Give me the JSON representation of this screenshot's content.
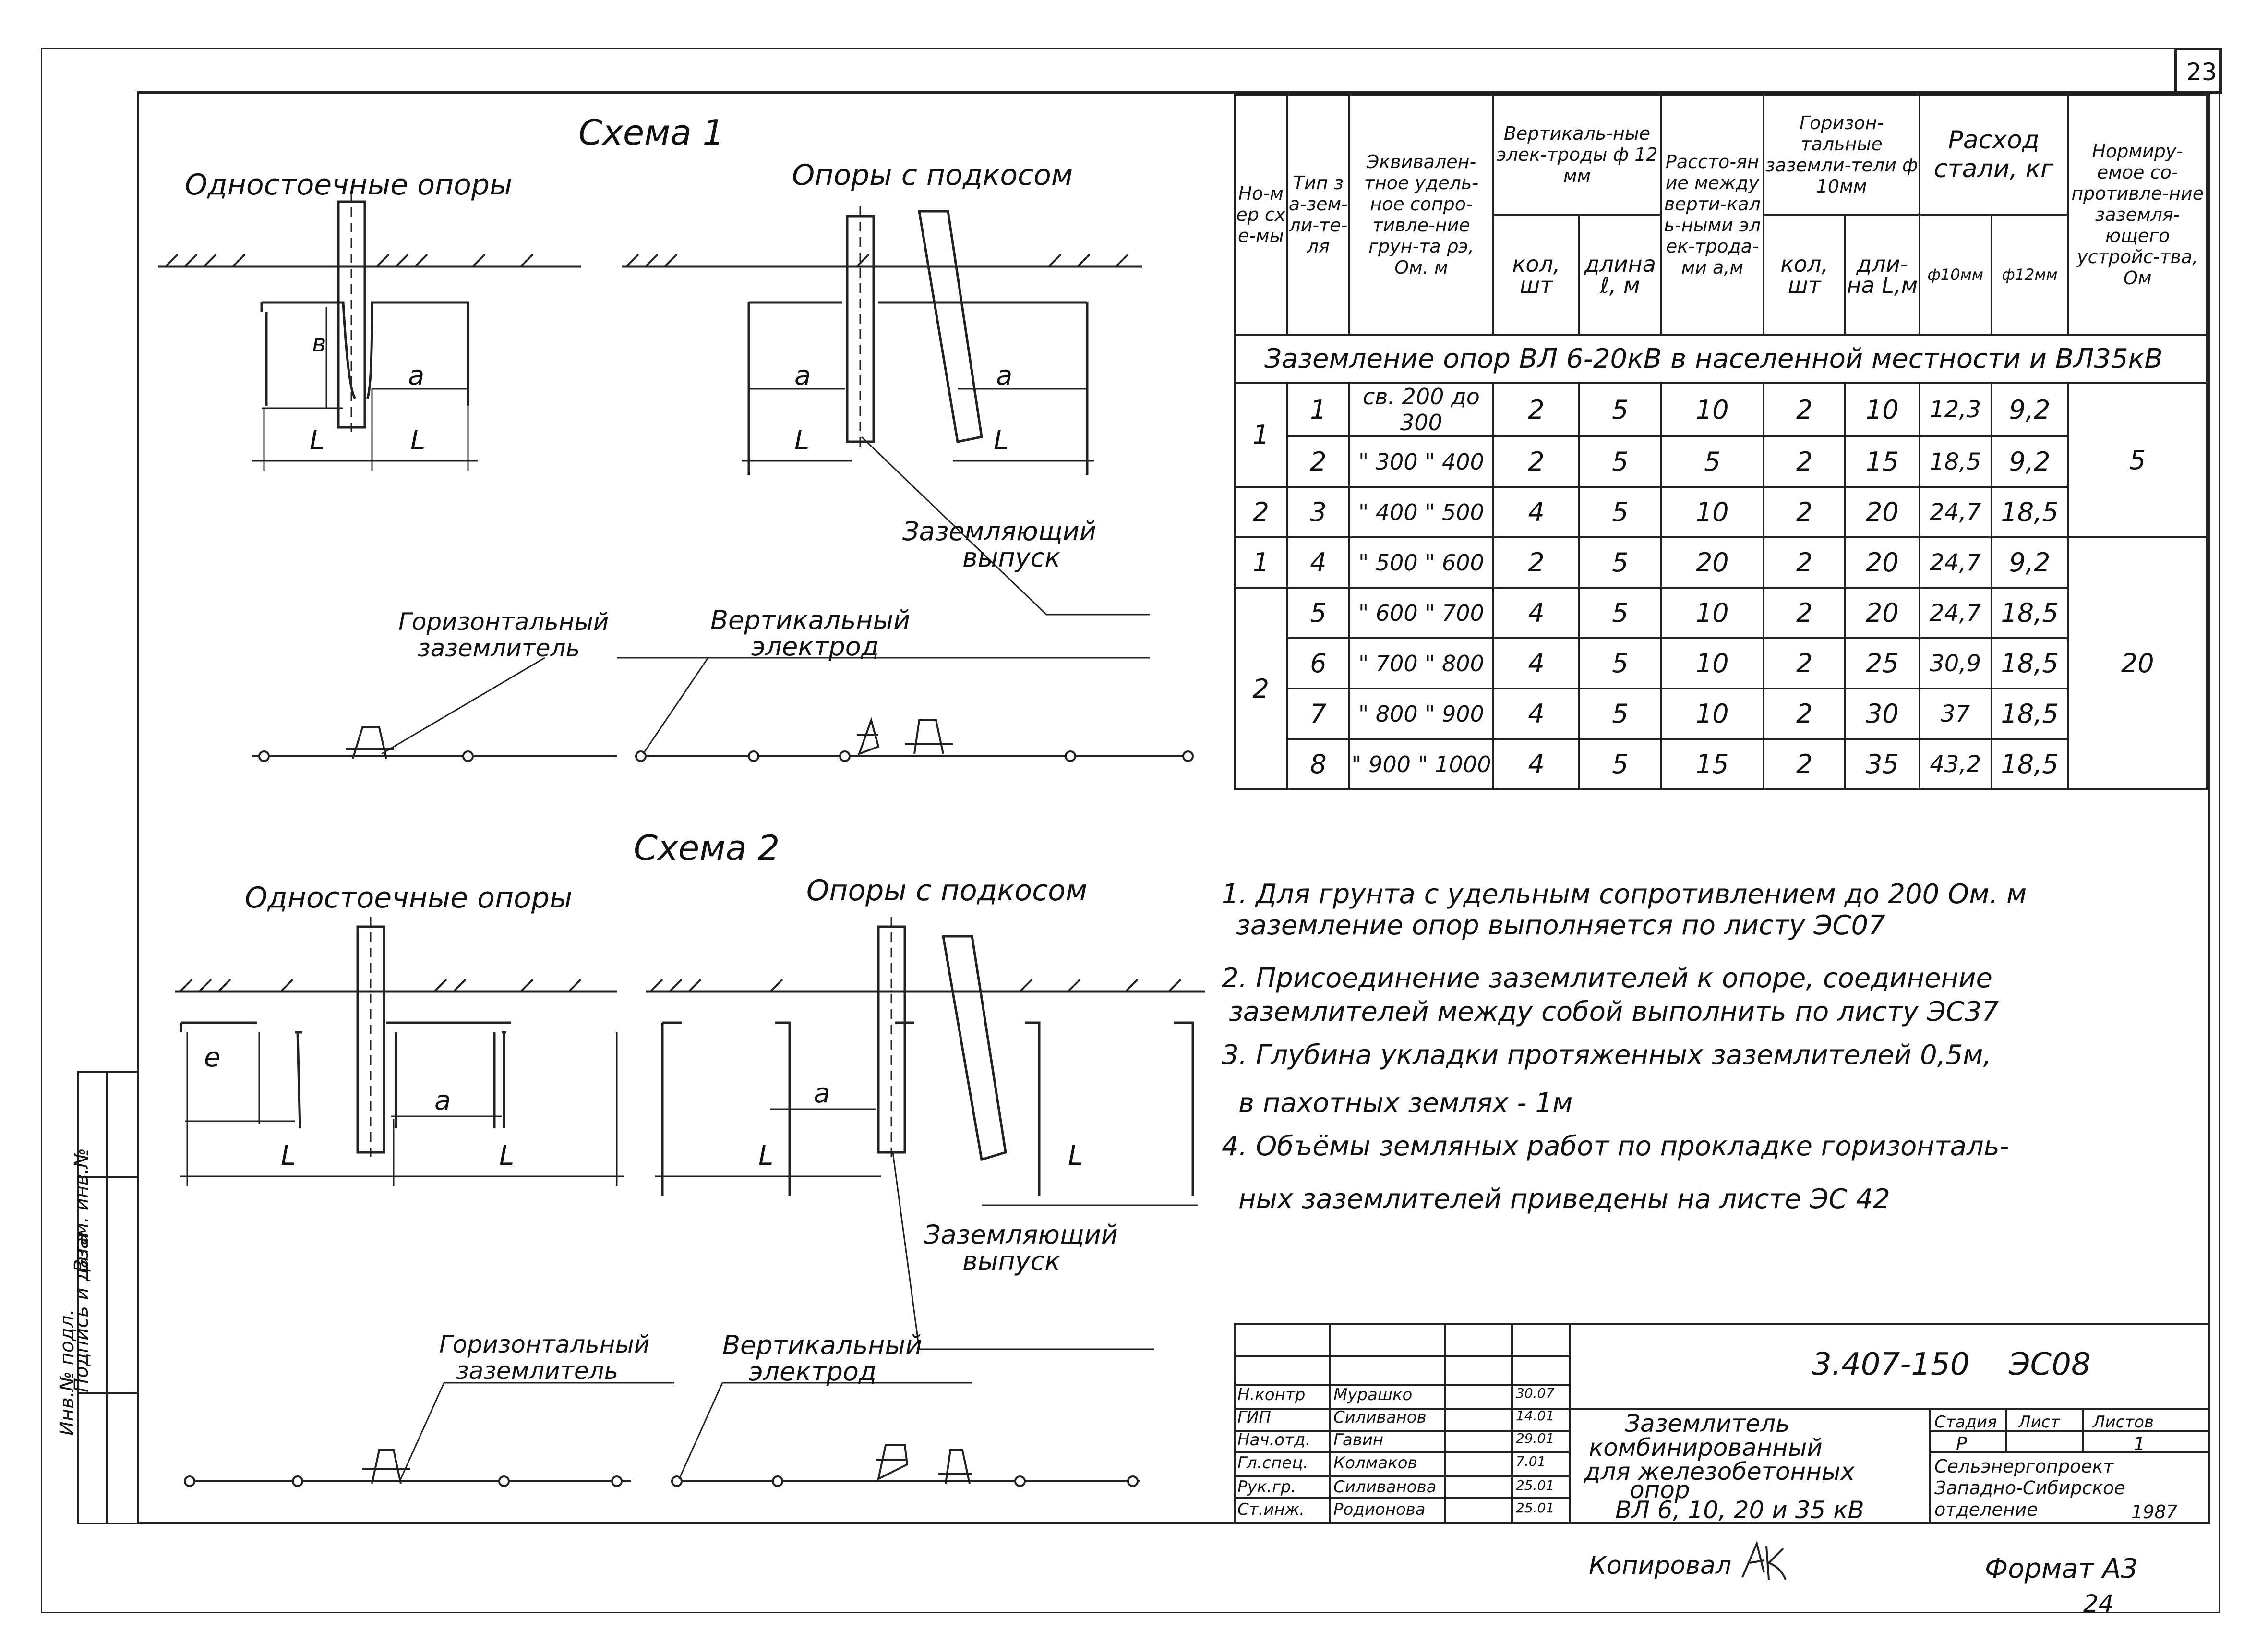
{
  "sheet_number": "23",
  "scheme1": {
    "title": "Схема 1",
    "single_label": "Одностоечные опоры",
    "strut_label": "Опоры с подкосом",
    "a": "а",
    "L": "L",
    "l": "в",
    "outlet": [
      "Заземляющий",
      "выпуск"
    ],
    "horiz": [
      "Горизонтальный",
      "заземлитель"
    ],
    "vert": [
      "Вертикальный",
      "электрод"
    ]
  },
  "scheme2": {
    "title": "Схема 2",
    "single_label": "Одностоечные опоры",
    "strut_label": "Опоры с подкосом",
    "a": "а",
    "L": "L",
    "l": "е",
    "outlet": [
      "Заземляющий",
      "выпуск"
    ],
    "horiz": [
      "Горизонтальный",
      "заземлитель"
    ],
    "vert": [
      "Вертикальный",
      "электрод"
    ]
  },
  "table": {
    "headers": {
      "scheme_no": "Но-мер схе-мы",
      "type": "Тип за-зем-ли-те-ля",
      "resistivity": "Эквивален-тное удель-ное сопро-тивле-ние грун-та ρэ, Ом. м",
      "vertical": "Вертикаль-ные элек-троды ф 12 мм",
      "vert_qty": "кол, шт",
      "vert_len": "длина ℓ, м",
      "distance": "Рассто-яние между верти-каль-ными элек-трода-ми а,м",
      "horizontal": "Горизон-тальные заземли-тели ф 10мм",
      "hor_qty": "кол, шт",
      "hor_len": "дли-на L,м",
      "steel": "Расход стали, кг",
      "steel10": "ф10мм",
      "steel12": "ф12мм",
      "norm": "Нормиру-емое со-противле-ние заземля-ющего устройс-тва, Ом"
    },
    "section_title": "Заземление опор ВЛ 6-20кВ в населенной местности и ВЛ35кВ",
    "rows": [
      {
        "scheme": "1",
        "type": "1",
        "rho": "св. 200 до 300",
        "vq": "2",
        "vl": "5",
        "a": "10",
        "hq": "2",
        "hl": "10",
        "s10": "12,3",
        "s12": "9,2"
      },
      {
        "scheme": "",
        "type": "2",
        "rho": "\" 300 \" 400",
        "vq": "2",
        "vl": "5",
        "a": "5",
        "hq": "2",
        "hl": "15",
        "s10": "18,5",
        "s12": "9,2"
      },
      {
        "scheme": "2",
        "type": "3",
        "rho": "\" 400 \" 500",
        "vq": "4",
        "vl": "5",
        "a": "10",
        "hq": "2",
        "hl": "20",
        "s10": "24,7",
        "s12": "18,5"
      },
      {
        "scheme": "1",
        "type": "4",
        "rho": "\" 500 \" 600",
        "vq": "2",
        "vl": "5",
        "a": "20",
        "hq": "2",
        "hl": "20",
        "s10": "24,7",
        "s12": "9,2"
      },
      {
        "scheme": "2",
        "type": "5",
        "rho": "\" 600 \" 700",
        "vq": "4",
        "vl": "5",
        "a": "10",
        "hq": "2",
        "hl": "20",
        "s10": "24,7",
        "s12": "18,5"
      },
      {
        "scheme": "",
        "type": "6",
        "rho": "\" 700 \" 800",
        "vq": "4",
        "vl": "5",
        "a": "10",
        "hq": "2",
        "hl": "25",
        "s10": "30,9",
        "s12": "18,5"
      },
      {
        "scheme": "",
        "type": "7",
        "rho": "\" 800 \" 900",
        "vq": "4",
        "vl": "5",
        "a": "10",
        "hq": "2",
        "hl": "30",
        "s10": "37",
        "s12": "18,5"
      },
      {
        "scheme": "",
        "type": "8",
        "rho": "\" 900 \" 1000",
        "vq": "4",
        "vl": "5",
        "a": "15",
        "hq": "2",
        "hl": "35",
        "s10": "43,2",
        "s12": "18,5"
      }
    ],
    "norm_top": "5",
    "norm_bottom": "20"
  },
  "notes": [
    "1. Для грунта с удельным сопротивлением до 200 Ом. м",
    "заземление опор выполняется по листу ЭС07",
    "2. Присоединение заземлителей к опоре, соединение",
    "заземлителей между собой выполнить по листу ЭС37",
    "3. Глубина укладки протяженных заземлителей 0,5м,",
    "в пахотных землях - 1м",
    "4. Объёмы земляных работ по прокладке горизонталь-",
    "ных заземлителей приведены на листе ЭС 42"
  ],
  "side_stamp": [
    "Инв.№ подл.",
    "Подпись и дата",
    "Взам. инв.№"
  ],
  "title_block": {
    "code": "3.407-150    ЭС08",
    "roles": [
      {
        "role": "Н.контр",
        "name": "Мурашко",
        "date": "30.07"
      },
      {
        "role": "ГИП",
        "name": "Силиванов",
        "date": "14.01"
      },
      {
        "role": "Нач.отд.",
        "name": "Гавин",
        "date": "29.01"
      },
      {
        "role": "Гл.спец.",
        "name": "Колмаков",
        "date": "7.01"
      },
      {
        "role": "Рук.гр.",
        "name": "Силиванова",
        "date": "25.01"
      },
      {
        "role": "Ст.инж.",
        "name": "Родионова",
        "date": "25.01"
      }
    ],
    "title_lines": [
      "Заземлитель",
      "комбинированный",
      "для железобетонных",
      "опор",
      "ВЛ 6, 10, 20 и 35 кВ"
    ],
    "stage_label": "Стадия",
    "sheet_label": "Лист",
    "sheets_label": "Листов",
    "stage": "Р",
    "sheets": "1",
    "org": [
      "Сельэнергопроект",
      "Западно-Сибирское",
      "отделение",
      "1987"
    ]
  },
  "copied_by": "Копировал",
  "format": "Формат А3",
  "page_bottom": "24"
}
